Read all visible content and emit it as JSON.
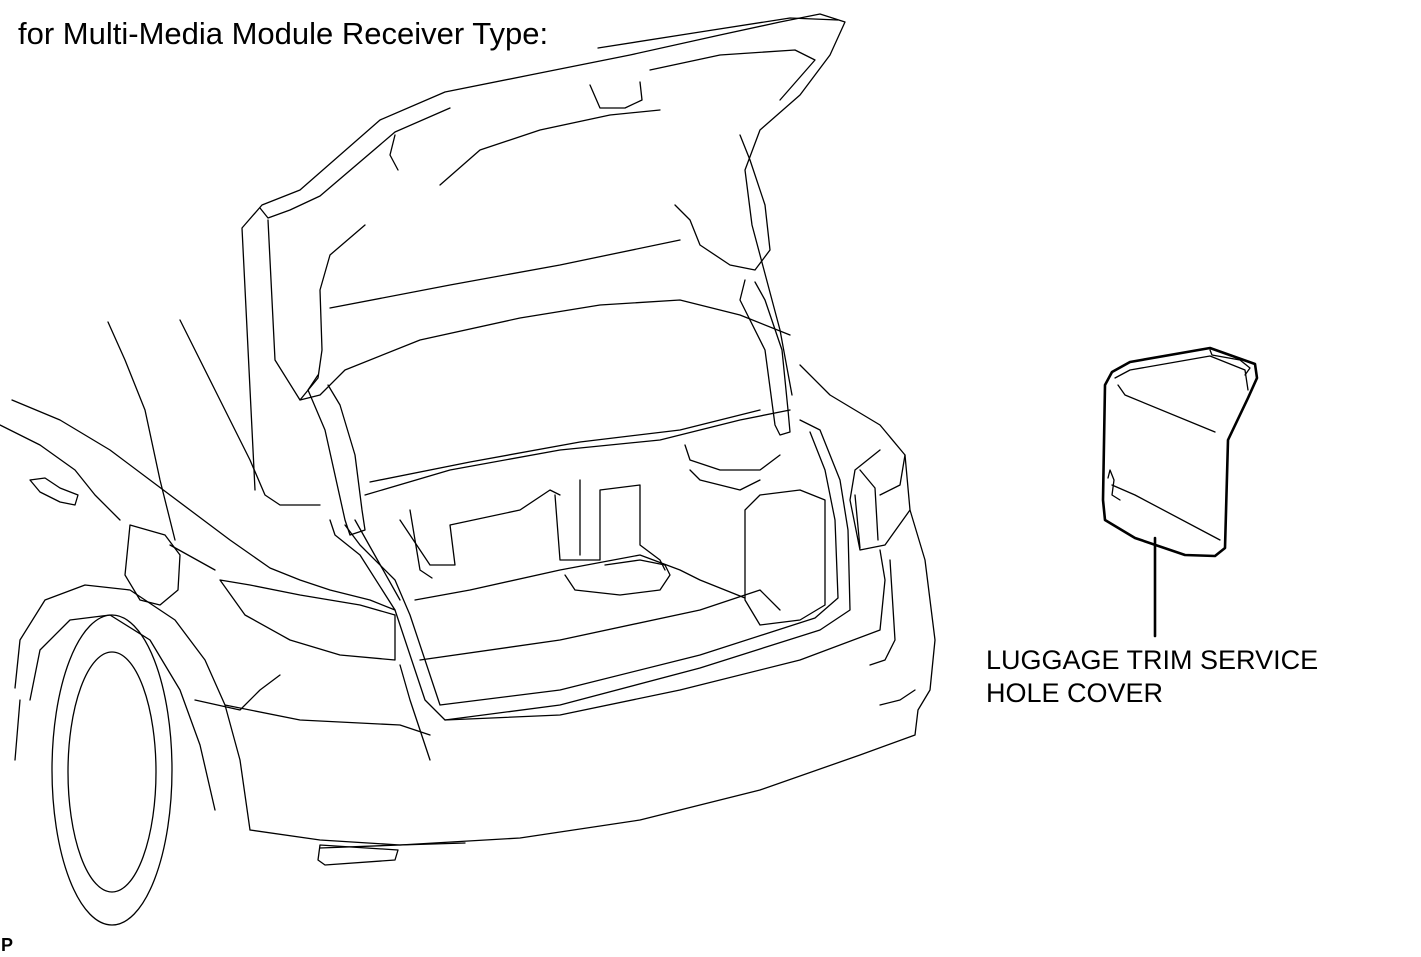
{
  "diagram": {
    "title": "for Multi-Media Module Receiver Type:",
    "callout": {
      "line1": "LUGGAGE TRIM SERVICE",
      "line2": "HOLE COVER"
    },
    "figure_code": "P",
    "colors": {
      "ink": "#000000",
      "background": "#ffffff"
    }
  }
}
